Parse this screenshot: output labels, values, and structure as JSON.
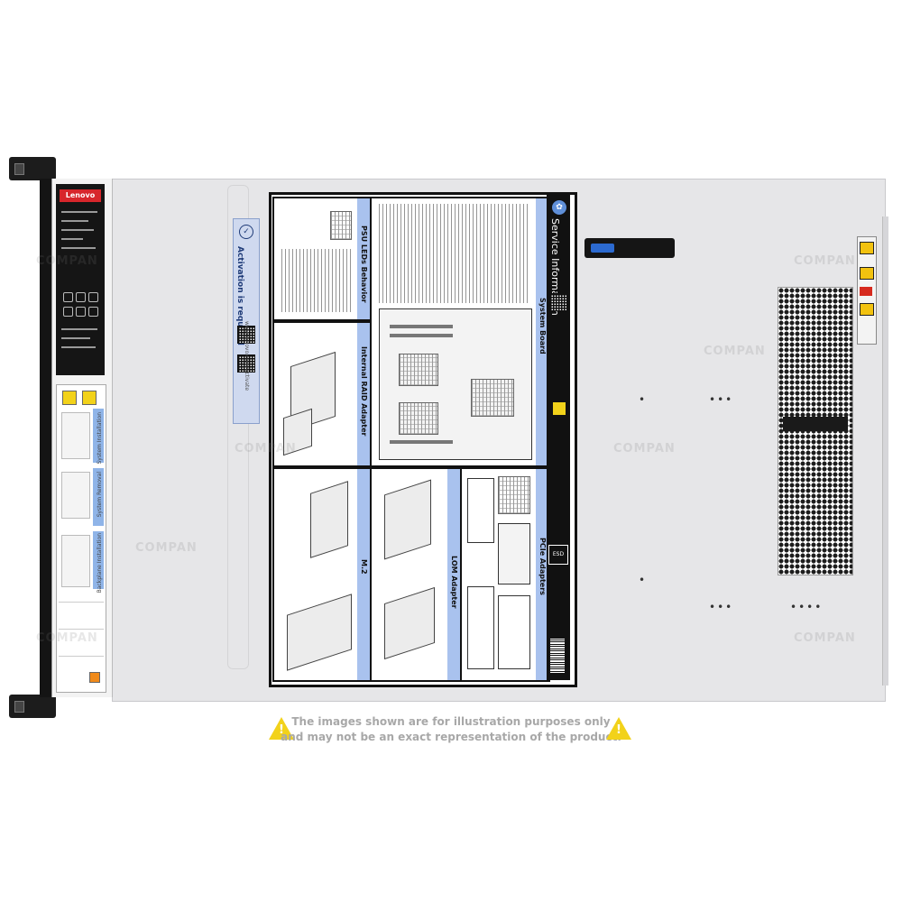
{
  "disclaimer": {
    "line1": "The images shown are for illustration purposes only",
    "line2": "and may not be an exact representation of the product."
  },
  "watermark": "COMPAN",
  "front_label": {
    "brand": "Lenovo",
    "sections": [
      "System Installation",
      "System Removal",
      "Backplane Installation"
    ]
  },
  "activation_label": {
    "title": "Activation is required",
    "url": "www.lenovo.com/activate"
  },
  "service_card": {
    "title_line1": "Service",
    "title_line2": "Information",
    "esd": "ESD",
    "panels": {
      "system_board": "System Board",
      "pcie_adapters": "PCIe Adapters",
      "psu_leds": "PSU LEDs Behavior",
      "internal_raid": "Internal RAID Adapter",
      "lom_adapter": "LOM Adapter",
      "m2": "M.2"
    }
  },
  "colors": {
    "panel_header": "#a9c2ee",
    "activation_bg": "#cfd9ef",
    "warning_yellow": "#f2d21a",
    "chassis_lid": "#e6e6e8",
    "disclaimer_text": "#a8a8a8"
  },
  "icons": [
    "warning-triangle-icon",
    "warning-triangle-icon",
    "lenovo-service-logo-icon",
    "qr-code-icon",
    "caution-icon",
    "esd-icon",
    "barcode-icon"
  ]
}
